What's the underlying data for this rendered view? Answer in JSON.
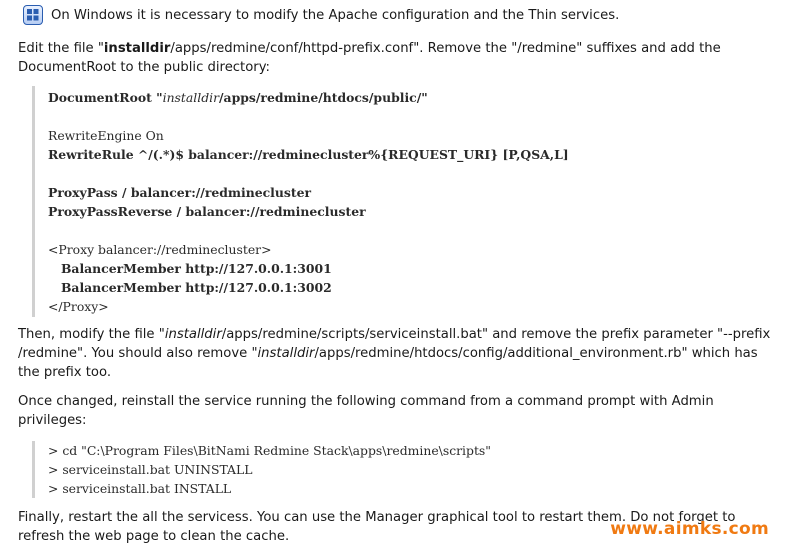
{
  "note": {
    "icon": "windows-icon",
    "text": "On Windows it is necessary to modify the Apache configuration and the Thin services."
  },
  "para1": {
    "pre": "Edit the file \"",
    "bold": "installdir",
    "mid": "/apps/redmine/conf/httpd-prefix.conf\". Remove the \"/redmine\" suffixes and add the",
    "line2": "DocumentRoot to the public directory:"
  },
  "code1": {
    "l1_a": "DocumentRoot \"",
    "l1_b": "installdir",
    "l1_c": "/apps/redmine/htdocs/public/\"",
    "l2": "RewriteEngine On",
    "l3": "RewriteRule ^/(.*)$ balancer://redminecluster%{REQUEST_URI} [P,QSA,L]",
    "l4": "ProxyPass / balancer://redminecluster",
    "l5": "ProxyPassReverse / balancer://redminecluster",
    "l6": "<Proxy balancer://redminecluster>",
    "l7": "   BalancerMember http://127.0.0.1:3001",
    "l8": "   BalancerMember http://127.0.0.1:3002",
    "l9": "</Proxy>"
  },
  "para2": {
    "a": "Then, modify the file \"",
    "b": "installdir",
    "c": "/apps/redmine/scripts/serviceinstall.bat\" and remove the prefix parameter \"--prefix",
    "d": "/redmine\". You should also remove \"",
    "e": "installdir",
    "f": "/apps/redmine/htdocs/config/additional_environment.rb\" which has",
    "g": "the prefix too."
  },
  "para3": {
    "line1": "Once changed, reinstall the service running the following command from a command prompt with Admin",
    "line2": "privileges:"
  },
  "code2": {
    "l1": "> cd \"C:\\Program Files\\BitNami Redmine Stack\\apps\\redmine\\scripts\"",
    "l2": "> serviceinstall.bat UNINSTALL",
    "l3": "> serviceinstall.bat INSTALL"
  },
  "para4": {
    "line1": "Finally, restart the all the servicess. You can use the Manager graphical tool to restart them. Do not forget to",
    "line2": "refresh the web page to clean the cache."
  },
  "watermark": "www.aimks.com",
  "colors": {
    "watermark": "#f07a12",
    "icon_border": "#2a5db0"
  }
}
